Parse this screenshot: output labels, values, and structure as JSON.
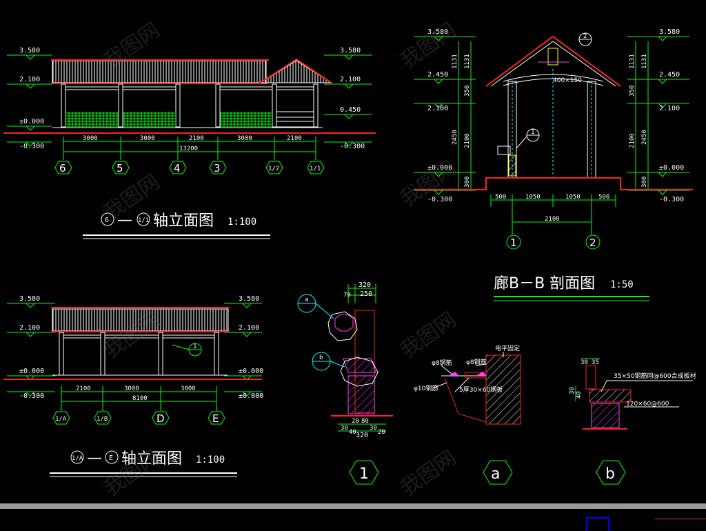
{
  "elev1": {
    "levels_left": [
      "3.580",
      "2.100",
      "±0.000",
      "-0.300"
    ],
    "levels_right": [
      "3.580",
      "2.100",
      "0.450",
      "-0.300"
    ],
    "dims": [
      "3000",
      "3000",
      "2100",
      "3000",
      "2100"
    ],
    "total": "13200",
    "axes": [
      "6",
      "5",
      "4",
      "3",
      "1/2",
      "1/1"
    ],
    "title_axis_a": "6",
    "title_axis_b": "1/1",
    "title_text": "轴立面图",
    "scale": "1:100"
  },
  "elev2": {
    "levels_left": [
      "3.580",
      "2.100",
      "±0.000",
      "-0.300"
    ],
    "levels_right": [
      "3.580",
      "2.100",
      "±0.000",
      "±0.000"
    ],
    "dims": [
      "2100",
      "3000",
      "3000"
    ],
    "total": "8100",
    "axes": [
      "1/A",
      "1/B",
      "D",
      "E"
    ],
    "callout": "1",
    "title_axis_a": "1/A",
    "title_axis_b": "E",
    "title_text": "轴立面图",
    "scale": "1:100"
  },
  "section": {
    "levels_left": [
      "3.580",
      "2.450",
      "2.100",
      "±0.000",
      "-0.300"
    ],
    "levels_right": [
      "3.580",
      "2.450",
      "2.100",
      "±0.000",
      "-0.300"
    ],
    "vdims_left": [
      "1131",
      "1131",
      "350",
      "2450",
      "2100",
      "300"
    ],
    "vdims_right": [
      "1131",
      "1131",
      "350",
      "2450",
      "2100",
      "300"
    ],
    "beam": "400×150",
    "hdims": [
      "500",
      "1050",
      "1050",
      "500"
    ],
    "total": "2100",
    "axes": [
      "1",
      "2"
    ],
    "callout_top": "2",
    "callout_mid": "1",
    "title": "廊B－B 剖面图",
    "scale": "1:50"
  },
  "detail1": {
    "dims_top": [
      "320",
      "70",
      "250"
    ],
    "dims_bottom": [
      "20",
      "80",
      "30",
      "40",
      "30",
      "20",
      "320"
    ],
    "callout_a": "a",
    "callout_b": "b",
    "number": "1"
  },
  "detail_a": {
    "notes": [
      "电平固定",
      "φ8钢筋",
      "φ8钢筋",
      "φ10钢筋",
      "5厚30×60钢板"
    ],
    "label": "a"
  },
  "detail_b": {
    "dims": [
      "30",
      "35",
      "30",
      "40"
    ],
    "notes": [
      "35×50钢筋网@600合成板材",
      "120×60@600"
    ],
    "label": "b"
  },
  "watermark": "我图网",
  "colors": {
    "background": "#000000",
    "outline": "#ffffff",
    "dimension": "#00ff00",
    "section_cut": "#ff2020",
    "magenta": "#ff40ff",
    "yellow": "#ffff00",
    "cyan": "#00ffff"
  }
}
